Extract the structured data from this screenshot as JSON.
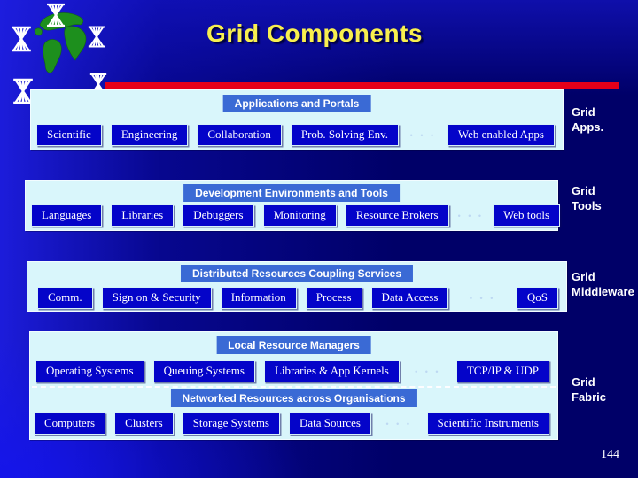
{
  "title": "Grid Components",
  "page_number": "144",
  "dots": "• • •",
  "colors": {
    "background_navy": "#000068",
    "background_bright_blue": "#1e1ee1",
    "panel_azure": "#d9f6fb",
    "header_blue": "#3a6ad5",
    "box_blue": "#0404c9",
    "accent_red": "#e60019",
    "title_yellow": "#f8ef4e",
    "text_white": "#ffffff"
  },
  "layers": {
    "apps": {
      "header": "Applications and Portals",
      "side_label": [
        "Grid",
        "Apps."
      ],
      "buttons": [
        "Scientific",
        "Engineering",
        "Collaboration",
        "Prob. Solving Env.",
        "Web enabled Apps"
      ]
    },
    "tools": {
      "header": "Development Environments and Tools",
      "side_label": [
        "Grid",
        "Tools"
      ],
      "buttons": [
        "Languages",
        "Libraries",
        "Debuggers",
        "Monitoring",
        "Resource Brokers",
        "Web tools"
      ]
    },
    "middleware": {
      "header": "Distributed Resources Coupling Services",
      "side_label": [
        "Grid",
        "Middleware"
      ],
      "buttons": [
        "Comm.",
        "Sign on & Security",
        "Information",
        "Process",
        "Data Access",
        "QoS"
      ]
    },
    "fabric": {
      "side_label": [
        "Grid",
        "Fabric"
      ],
      "local": {
        "header": "Local Resource Managers",
        "buttons": [
          "Operating Systems",
          "Queuing Systems",
          "Libraries & App Kernels",
          "TCP/IP & UDP"
        ]
      },
      "networked": {
        "header": "Networked Resources across Organisations",
        "buttons": [
          "Computers",
          "Clusters",
          "Storage Systems",
          "Data Sources",
          "Scientific Instruments"
        ]
      }
    }
  }
}
